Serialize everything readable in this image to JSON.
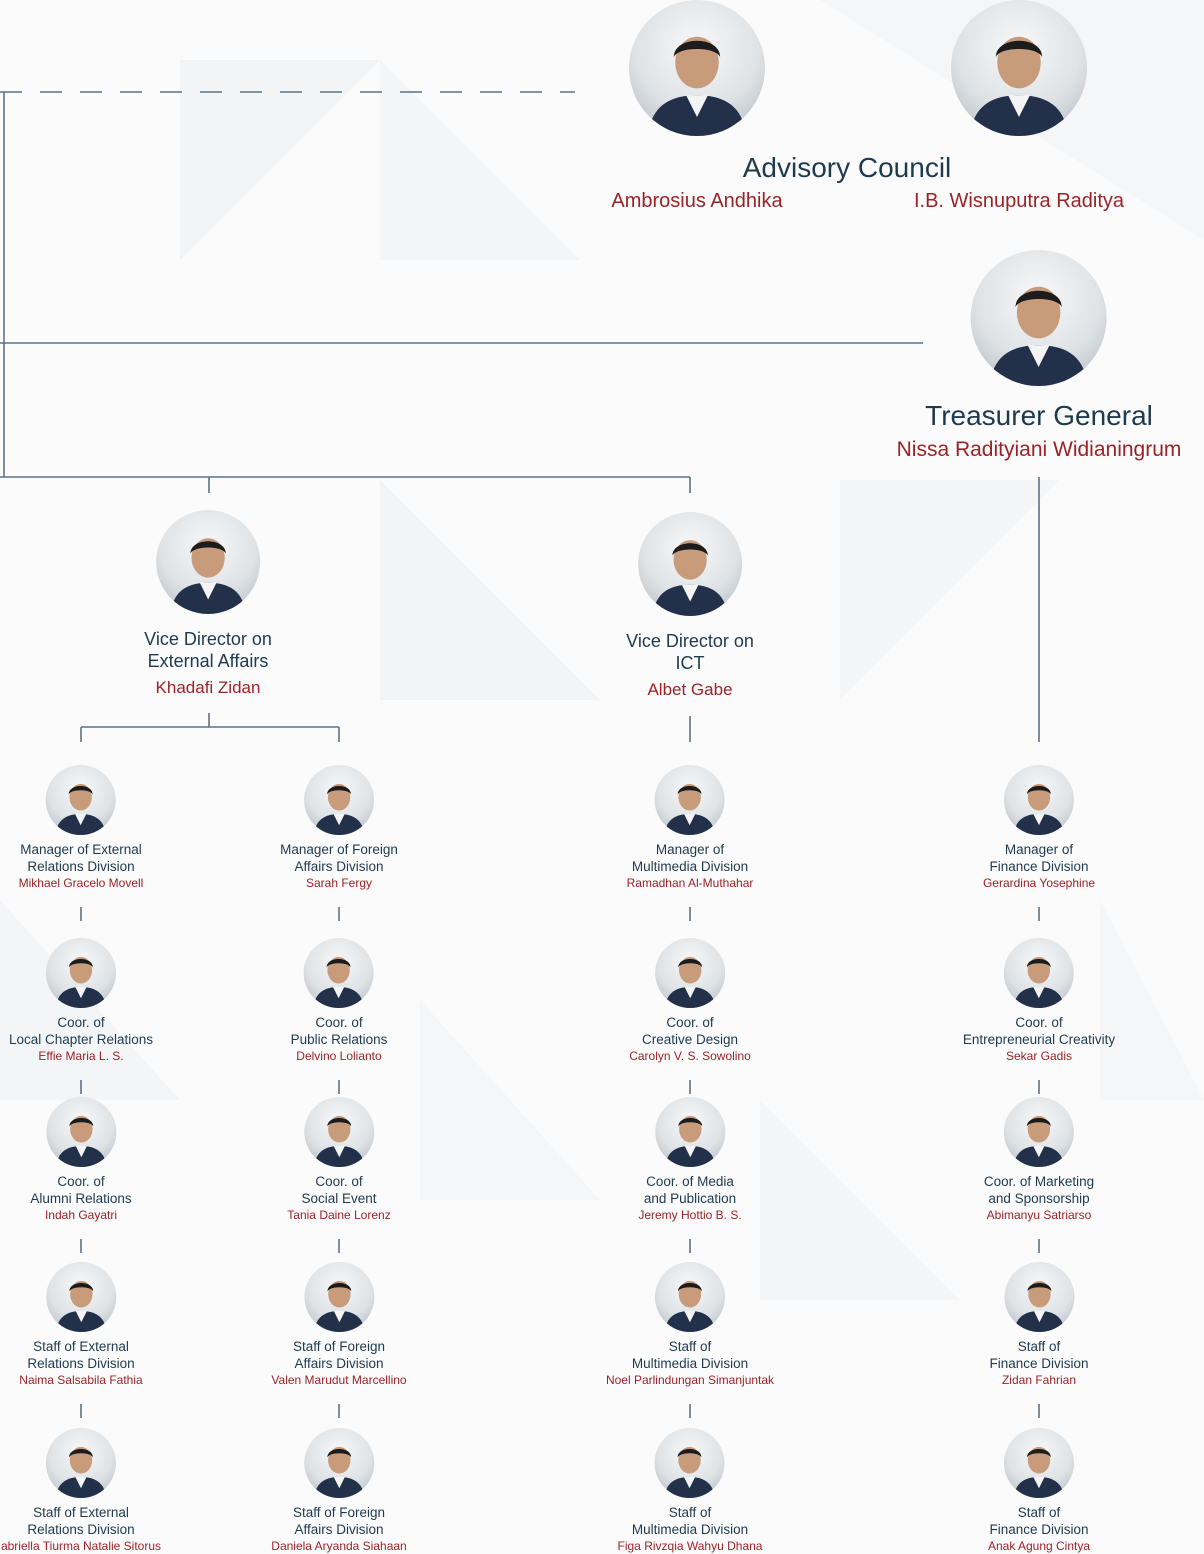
{
  "advisory": {
    "title": "Advisory Council",
    "members": [
      "Ambrosius Andhika",
      "I.B. Wisnuputra Raditya"
    ]
  },
  "treasurer": {
    "role": "Treasurer General",
    "name": "Nissa Radityiani Widianingrum"
  },
  "vice_directors": [
    {
      "role_line1": "Vice Director on",
      "role_line2": "External Affairs",
      "name": "Khadafi Zidan"
    },
    {
      "role_line1": "Vice Director on",
      "role_line2": "ICT",
      "name": "Albet Gabe"
    }
  ],
  "columns": [
    [
      {
        "role_line1": "Manager of External",
        "role_line2": "Relations Division",
        "name": "Mikhael Gracelo Movell"
      },
      {
        "role_line1": "Coor. of",
        "role_line2": "Local Chapter Relations",
        "name": "Effie Maria L. S."
      },
      {
        "role_line1": "Coor. of",
        "role_line2": "Alumni Relations",
        "name": "Indah Gayatri"
      },
      {
        "role_line1": "Staff of External",
        "role_line2": "Relations Division",
        "name": "Naima Salsabila Fathia"
      },
      {
        "role_line1": "Staff of External",
        "role_line2": "Relations Division",
        "name": "abriella Tiurma Natalie Sitorus"
      }
    ],
    [
      {
        "role_line1": "Manager of Foreign",
        "role_line2": "Affairs Division",
        "name": "Sarah Fergy"
      },
      {
        "role_line1": "Coor. of",
        "role_line2": "Public Relations",
        "name": "Delvino Lolianto"
      },
      {
        "role_line1": "Coor. of",
        "role_line2": "Social Event",
        "name": "Tania Daine Lorenz"
      },
      {
        "role_line1": "Staff of Foreign",
        "role_line2": "Affairs Division",
        "name": "Valen Marudut Marcellino"
      },
      {
        "role_line1": "Staff of Foreign",
        "role_line2": "Affairs Division",
        "name": "Daniela Aryanda Siahaan"
      }
    ],
    [
      {
        "role_line1": "Manager of",
        "role_line2": "Multimedia Division",
        "name": "Ramadhan Al-Muthahar"
      },
      {
        "role_line1": "Coor. of",
        "role_line2": "Creative Design",
        "name": "Carolyn V. S. Sowolino"
      },
      {
        "role_line1": "Coor. of Media",
        "role_line2": "and Publication",
        "name": "Jeremy Hottio B. S."
      },
      {
        "role_line1": "Staff of",
        "role_line2": "Multimedia Division",
        "name": "Noel Parlindungan Simanjuntak"
      },
      {
        "role_line1": "Staff of",
        "role_line2": "Multimedia Division",
        "name": "Figa Rivzqia Wahyu Dhana"
      }
    ],
    [
      {
        "role_line1": "Manager of",
        "role_line2": "Finance Division",
        "name": "Gerardina Yosephine"
      },
      {
        "role_line1": "Coor. of",
        "role_line2": "Entrepreneurial Creativity",
        "name": "Sekar Gadis"
      },
      {
        "role_line1": "Coor. of Marketing",
        "role_line2": "and Sponsorship",
        "name": "Abimanyu Satriarso"
      },
      {
        "role_line1": "Staff of",
        "role_line2": "Finance Division",
        "name": "Zidan Fahrian"
      },
      {
        "role_line1": "Staff of",
        "role_line2": "Finance Division",
        "name": "Anak Agung Cintya"
      }
    ]
  ],
  "colors": {
    "role": "#1e3a4f",
    "name": "#9b2226",
    "line": "#5d7386"
  }
}
